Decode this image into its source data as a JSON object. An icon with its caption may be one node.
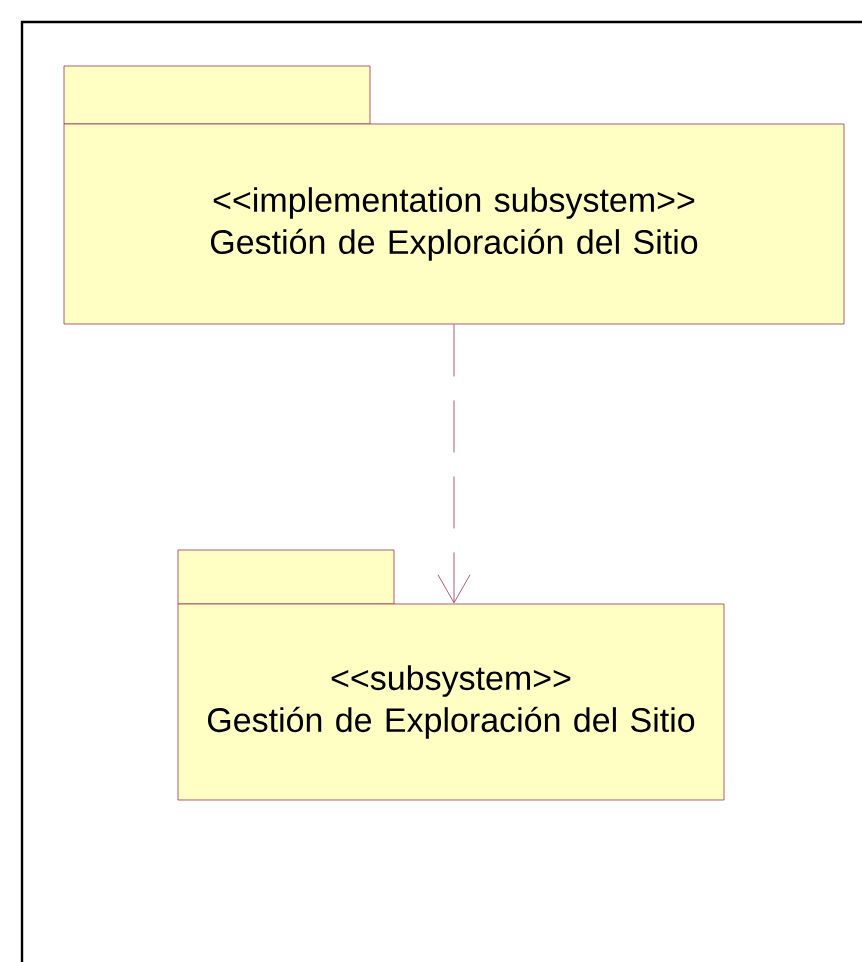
{
  "diagram": {
    "nodes": [
      {
        "text": [
          "<<implementation subsystem>>",
          "Gestión de Exploración del Sitio"
        ]
      },
      {
        "text": [
          "<<subsystem>>",
          "Gestión de Exploración del Sitio"
        ]
      }
    ],
    "edges": [
      {
        "from": 0,
        "to": 1,
        "arrow": "to",
        "style": "dashed"
      }
    ]
  }
}
